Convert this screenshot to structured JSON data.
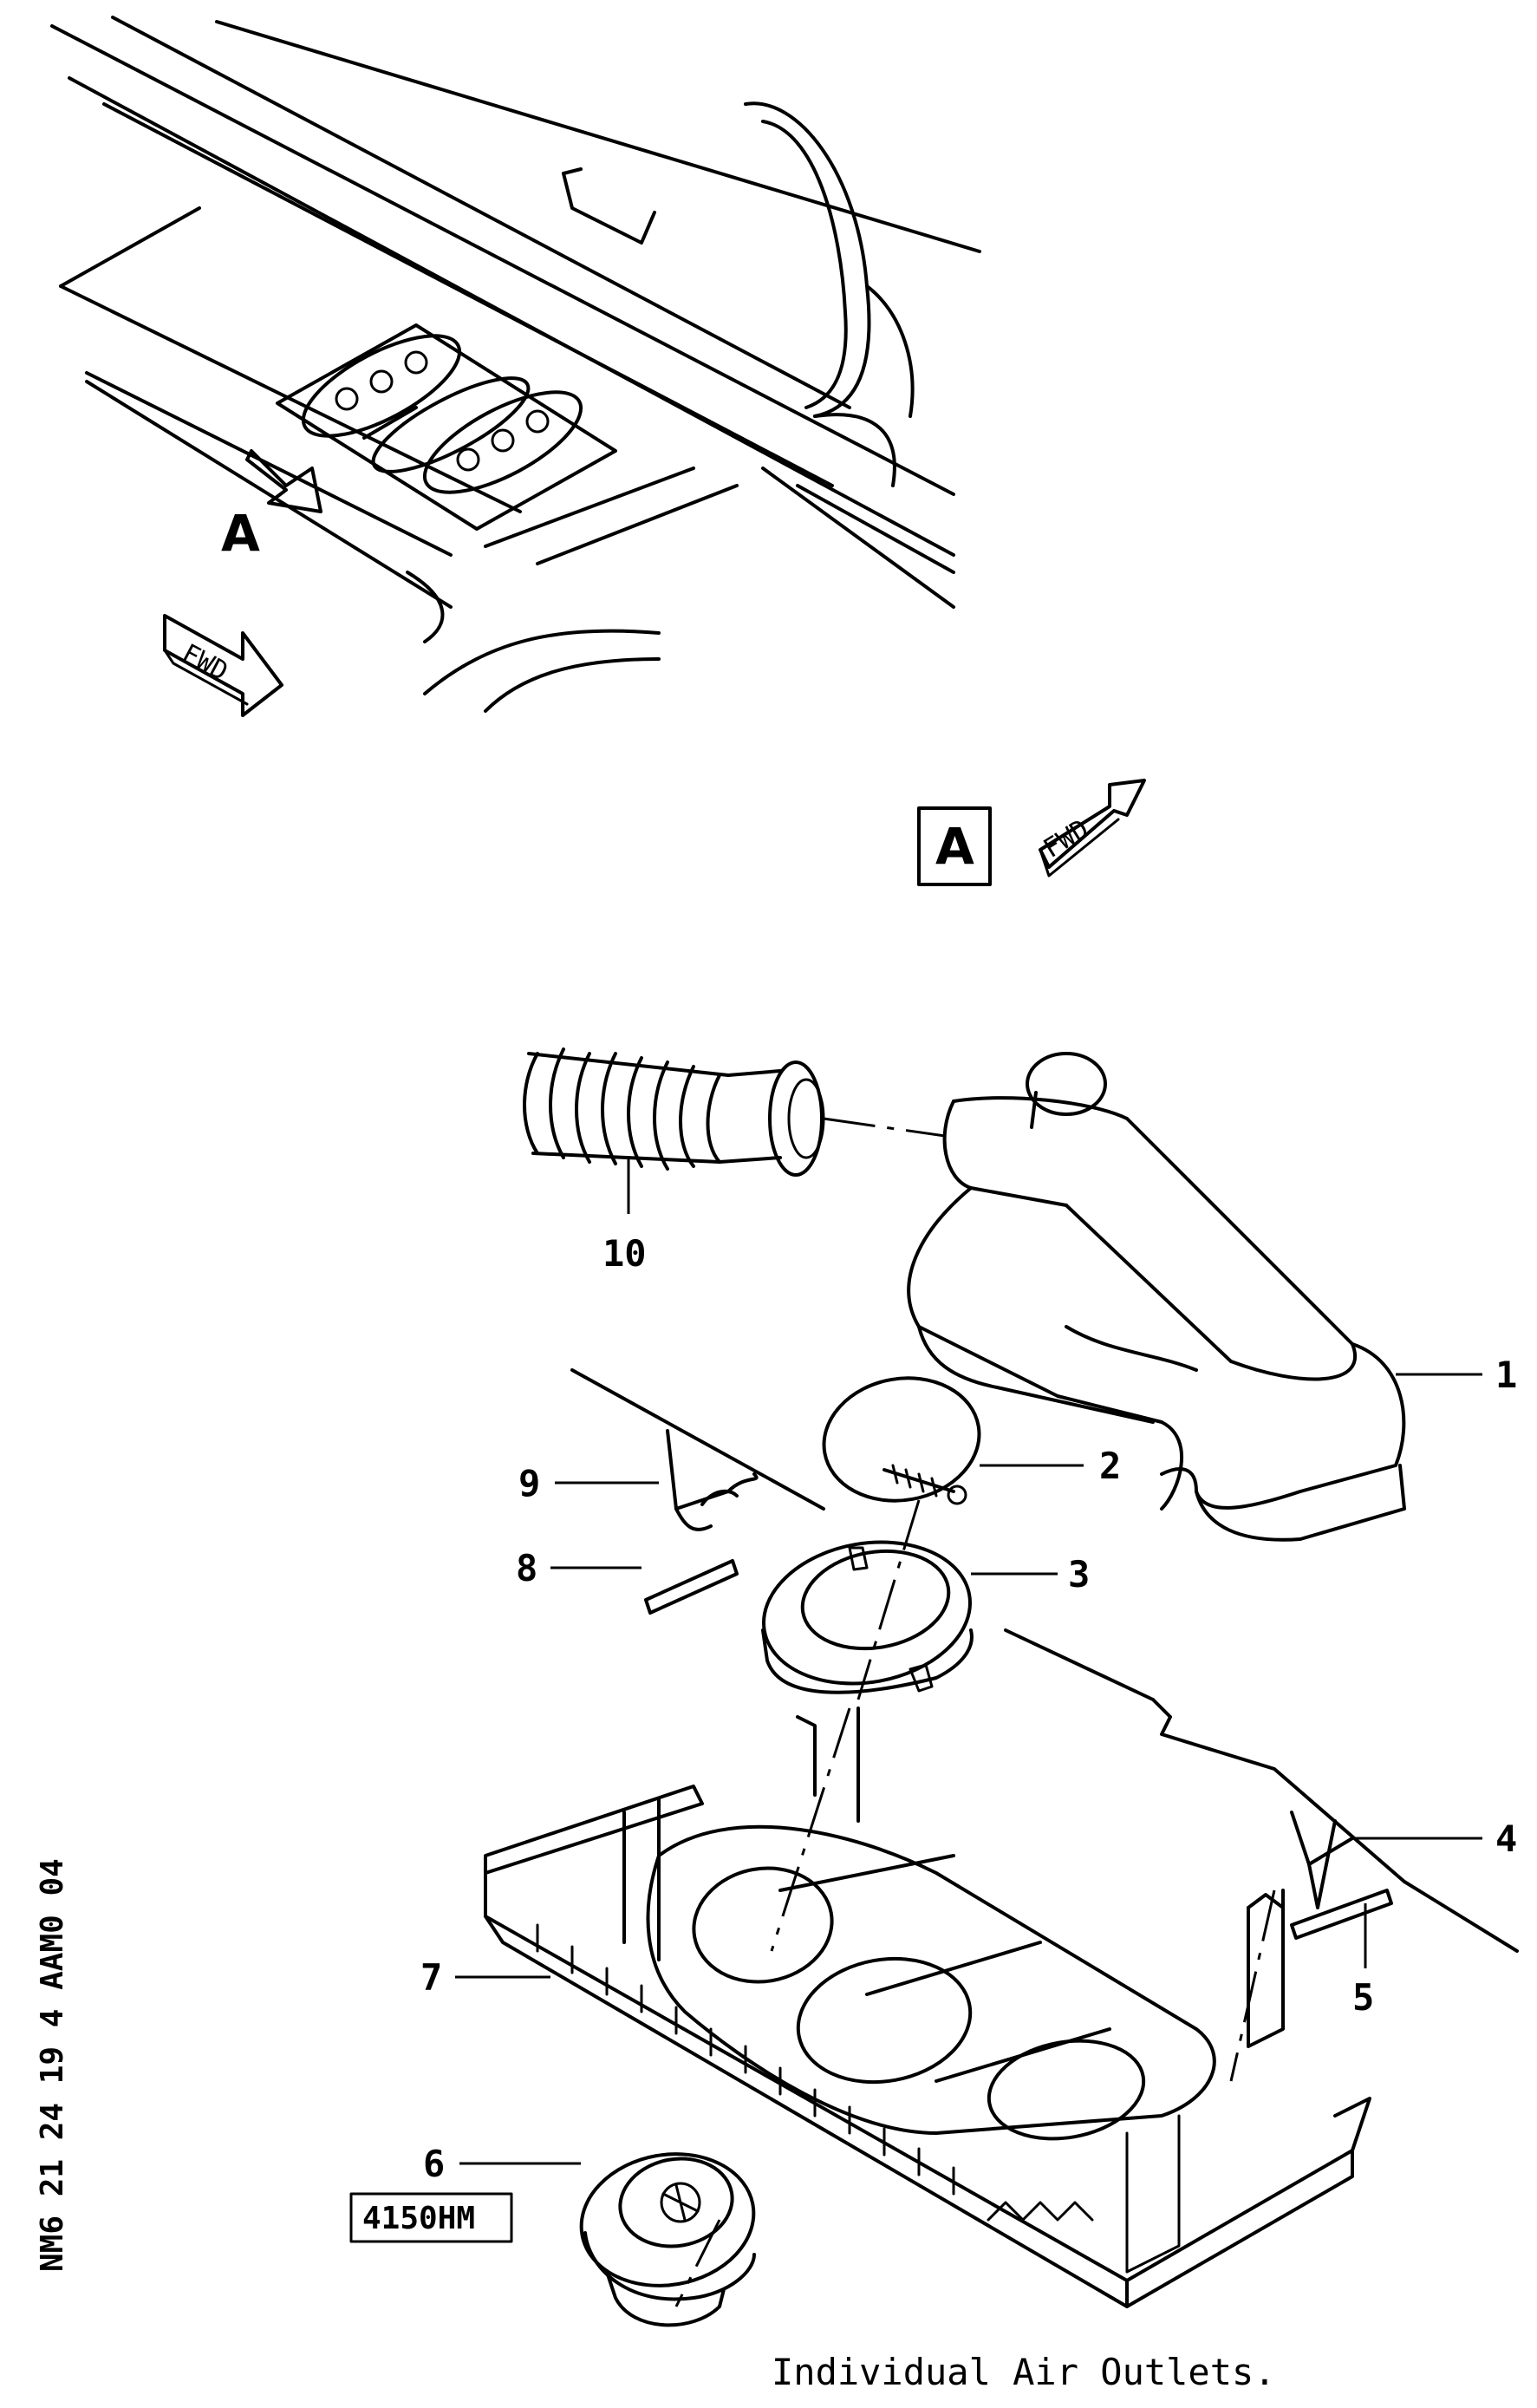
{
  "caption": "Individual Air Outlets.",
  "side_code": "NM6 21 24 19 4 AAM0 04",
  "view_marker": "A",
  "detail_marker": "A",
  "fwd_label": "FWD",
  "fwd_label_detail": "FWD",
  "ref_box": "4150HM",
  "callouts": [
    {
      "id": "1",
      "label": "1"
    },
    {
      "id": "2",
      "label": "2"
    },
    {
      "id": "3",
      "label": "3"
    },
    {
      "id": "4",
      "label": "4"
    },
    {
      "id": "5",
      "label": "5"
    },
    {
      "id": "6",
      "label": "6"
    },
    {
      "id": "7",
      "label": "7"
    },
    {
      "id": "8",
      "label": "8"
    },
    {
      "id": "9",
      "label": "9"
    },
    {
      "id": "10",
      "label": "10"
    }
  ]
}
